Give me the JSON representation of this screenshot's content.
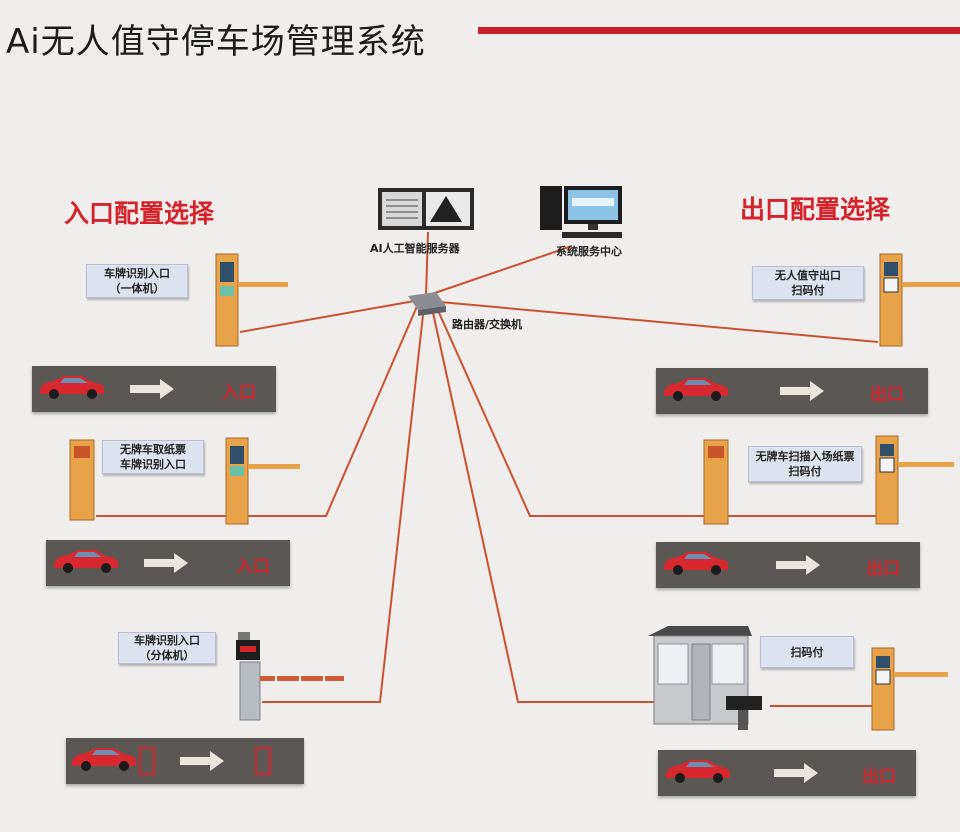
{
  "title": "Ai无人值守停车场管理系统",
  "sections": {
    "entry": "入口配置选择",
    "exit": "出口配置选择"
  },
  "nodes": {
    "server": "AI人工智能服务器",
    "center": "系统服务中心",
    "router": "路由器/交换机"
  },
  "entry": [
    {
      "line1": "车牌识别入口",
      "line2": "（一体机）",
      "lane": "入口"
    },
    {
      "line1": "无牌车取纸票",
      "line2": "车牌识别入口",
      "lane": "入口"
    },
    {
      "line1": "车牌识别入口",
      "line2": "（分体机）"
    }
  ],
  "exit": [
    {
      "line1": "无人值守出口",
      "line2": "扫码付",
      "lane": "出口"
    },
    {
      "line1": "无牌车扫描入场纸票",
      "line2": "扫码付",
      "lane": "出口"
    },
    {
      "line1": "扫码付",
      "lane": "出口"
    }
  ],
  "colors": {
    "accent": "#c8202a",
    "cable": "#c9532e",
    "lane": "#5a5755",
    "pillar": "#e8a24a"
  }
}
